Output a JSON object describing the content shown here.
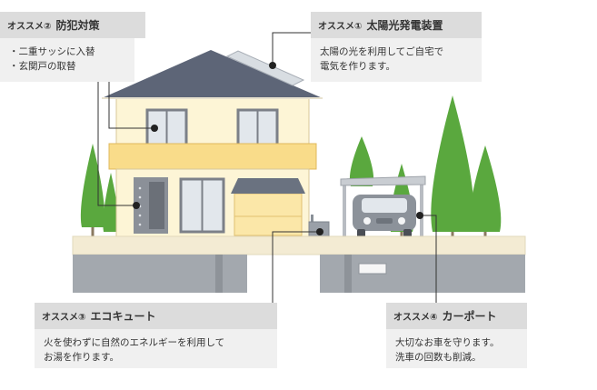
{
  "callouts": [
    {
      "badge": "オススメ②",
      "title": "防犯対策",
      "lines": [
        "・二重サッシに入替",
        "・玄関戸の取替"
      ]
    },
    {
      "badge": "オススメ①",
      "title": "太陽光発電装置",
      "lines": [
        "太陽の光を利用してご自宅で",
        "電気を作ります。"
      ]
    },
    {
      "badge": "オススメ③",
      "title": "エコキュート",
      "lines": [
        "火を使わずに自然のエネルギーを利用して",
        "お湯を作ります。"
      ]
    },
    {
      "badge": "オススメ④",
      "title": "カーポート",
      "lines": [
        "大切なお車を守ります。",
        "洗車の回数も削減。"
      ]
    }
  ],
  "colors": {
    "header_bg": "#dcdcdc",
    "body_bg": "#f0f0f0",
    "roof": "#5d6577",
    "wall": "#fdf5d6",
    "balcony": "#f9dc8a",
    "tree": "#5aa83e",
    "concrete": "#a3a8ae"
  }
}
